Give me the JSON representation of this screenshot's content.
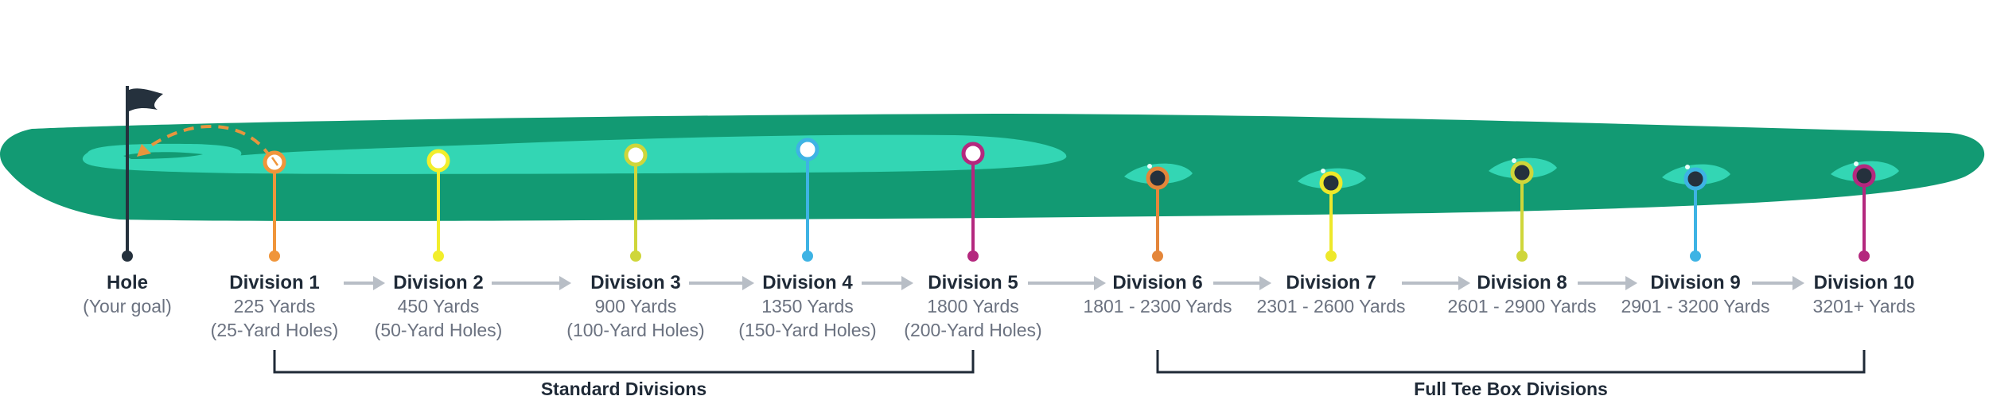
{
  "hole": {
    "name": "Hole",
    "sub": "(Your goal)"
  },
  "divisions": [
    {
      "name": "Division 1",
      "yards": "225 Yards",
      "note": "(25-Yard Holes)",
      "color": "#f0953a"
    },
    {
      "name": "Division 2",
      "yards": "450 Yards",
      "note": "(50-Yard Holes)",
      "color": "#f2ee2b"
    },
    {
      "name": "Division 3",
      "yards": "900 Yards",
      "note": "(100-Yard Holes)",
      "color": "#cfd63a"
    },
    {
      "name": "Division 4",
      "yards": "1350 Yards",
      "note": "(150-Yard Holes)",
      "color": "#3eb3e4"
    },
    {
      "name": "Division 5",
      "yards": "1800 Yards",
      "note": "(200-Yard Holes)",
      "color": "#b4287e"
    },
    {
      "name": "Division 6",
      "yards": "1801 - 2300 Yards",
      "note": "",
      "color": "#e4863a"
    },
    {
      "name": "Division 7",
      "yards": "2301 - 2600 Yards",
      "note": "",
      "color": "#eee82a"
    },
    {
      "name": "Division 8",
      "yards": "2601 - 2900 Yards",
      "note": "",
      "color": "#cfd63a"
    },
    {
      "name": "Division 9",
      "yards": "2901 - 3200 Yards",
      "note": "",
      "color": "#3eb3e4"
    },
    {
      "name": "Division 10",
      "yards": "3201+ Yards",
      "note": "",
      "color": "#b4287e"
    }
  ],
  "groups": {
    "standard": "Standard Divisions",
    "full_tee_box": "Full Tee Box Divisions"
  },
  "colors": {
    "fairway": "#129a73",
    "green": "#33d6b4",
    "text_dark": "#1f2a37",
    "text_gray": "#6b7280",
    "arrow": "#b8bec6",
    "flight_path": "#e7953d",
    "flag": "#25313d"
  }
}
